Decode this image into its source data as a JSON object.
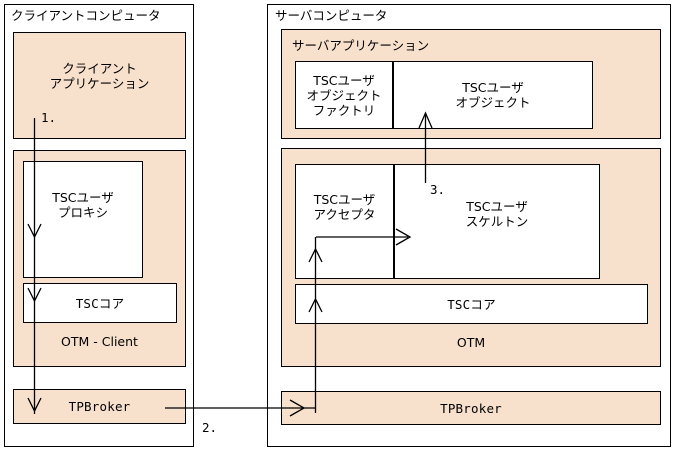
{
  "diagram": {
    "title_hidden": "",
    "colors": {
      "fill": "#F7E0CC",
      "stroke": "#000000",
      "background": "#FFFFFF",
      "text": "#000000"
    },
    "client": {
      "panel_label": "クライアントコンピュータ",
      "application_label": "クライアント\nアプリケーション",
      "proxy_label": "TSCユーザ\nプロキシ",
      "core_label": "TSCコア",
      "otm_label": "OTM - Client",
      "tpbroker_label": "TPBroker"
    },
    "server": {
      "panel_label": "サーバコンピュータ",
      "application_label": "サーバアプリケーション",
      "object_factory_label": "TSCユーザ\nオブジェクト\nファクトリ",
      "object_label": "TSCユーザ\nオブジェクト",
      "acceptor_label": "TSCユーザ\nアクセプタ",
      "skeleton_label": "TSCユーザ\nスケルトン",
      "core_label": "TSCコア",
      "otm_label": "OTM",
      "tpbroker_label": "TPBroker"
    },
    "steps": {
      "step1": "1.",
      "step2": "2.",
      "step3": "3."
    },
    "flow_icons": {
      "client_down_arrow": "down-arrow-icon",
      "client_to_server_arrow": "right-arrow-icon",
      "server_up_arrow": "up-arrow-icon",
      "acceptor_right_arrow": "right-arrow-icon"
    }
  }
}
